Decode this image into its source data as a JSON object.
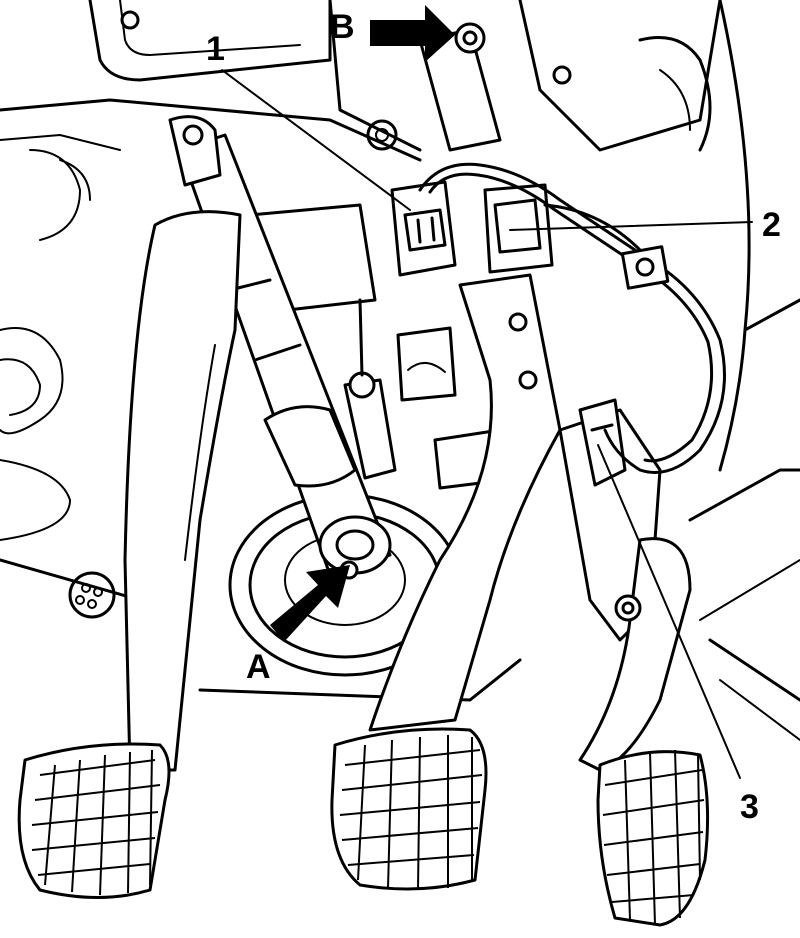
{
  "labels": {
    "part_1": "1",
    "part_2": "2",
    "part_3": "3",
    "arrow_a": "A",
    "arrow_b": "B"
  },
  "colors": {
    "line": "#000000",
    "background": "#ffffff"
  }
}
